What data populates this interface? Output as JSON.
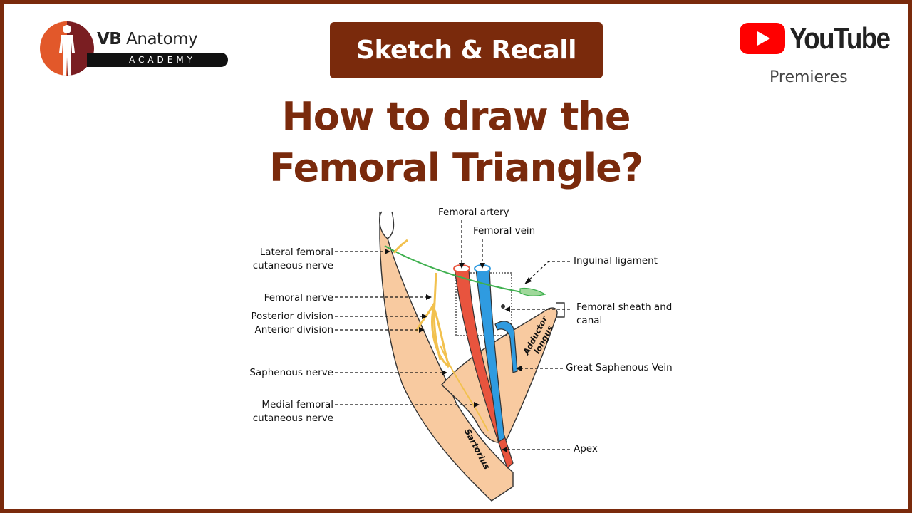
{
  "logo": {
    "brand_bold": "VB",
    "brand_rest": " Anatomy",
    "subtitle": "ACADEMY"
  },
  "badge": {
    "label": "Sketch & Recall"
  },
  "youtube": {
    "wordmark": "YouTube",
    "status": "Premieres"
  },
  "title": {
    "line1": "How to draw the",
    "line2": "Femoral Triangle?"
  },
  "diagram": {
    "labels": {
      "femoral_artery": "Femoral artery",
      "femoral_vein": "Femoral vein",
      "lateral_femoral_1": "Lateral femoral",
      "lateral_femoral_2": "cutaneous nerve",
      "inguinal_ligament": "Inguinal ligament",
      "femoral_nerve": "Femoral nerve",
      "posterior_division": "Posterior division",
      "anterior_division": "Anterior division",
      "femoral_sheath_1": "Femoral sheath and",
      "femoral_sheath_2": "canal",
      "saphenous_nerve": "Saphenous nerve",
      "great_saphenous_vein": "Great Saphenous Vein",
      "medial_femoral_1": "Medial femoral",
      "medial_femoral_2": "cutaneous nerve",
      "apex": "Apex",
      "adductor_1": "Adductor",
      "adductor_2": "longus",
      "sartorius": "Sartorius"
    }
  },
  "colors": {
    "brand": "#7a2a0c",
    "muscle": "#f8caa0",
    "artery": "#e8543e",
    "vein": "#2f9be0",
    "nerve": "#f2c14e",
    "ligament": "#3fb04f"
  }
}
